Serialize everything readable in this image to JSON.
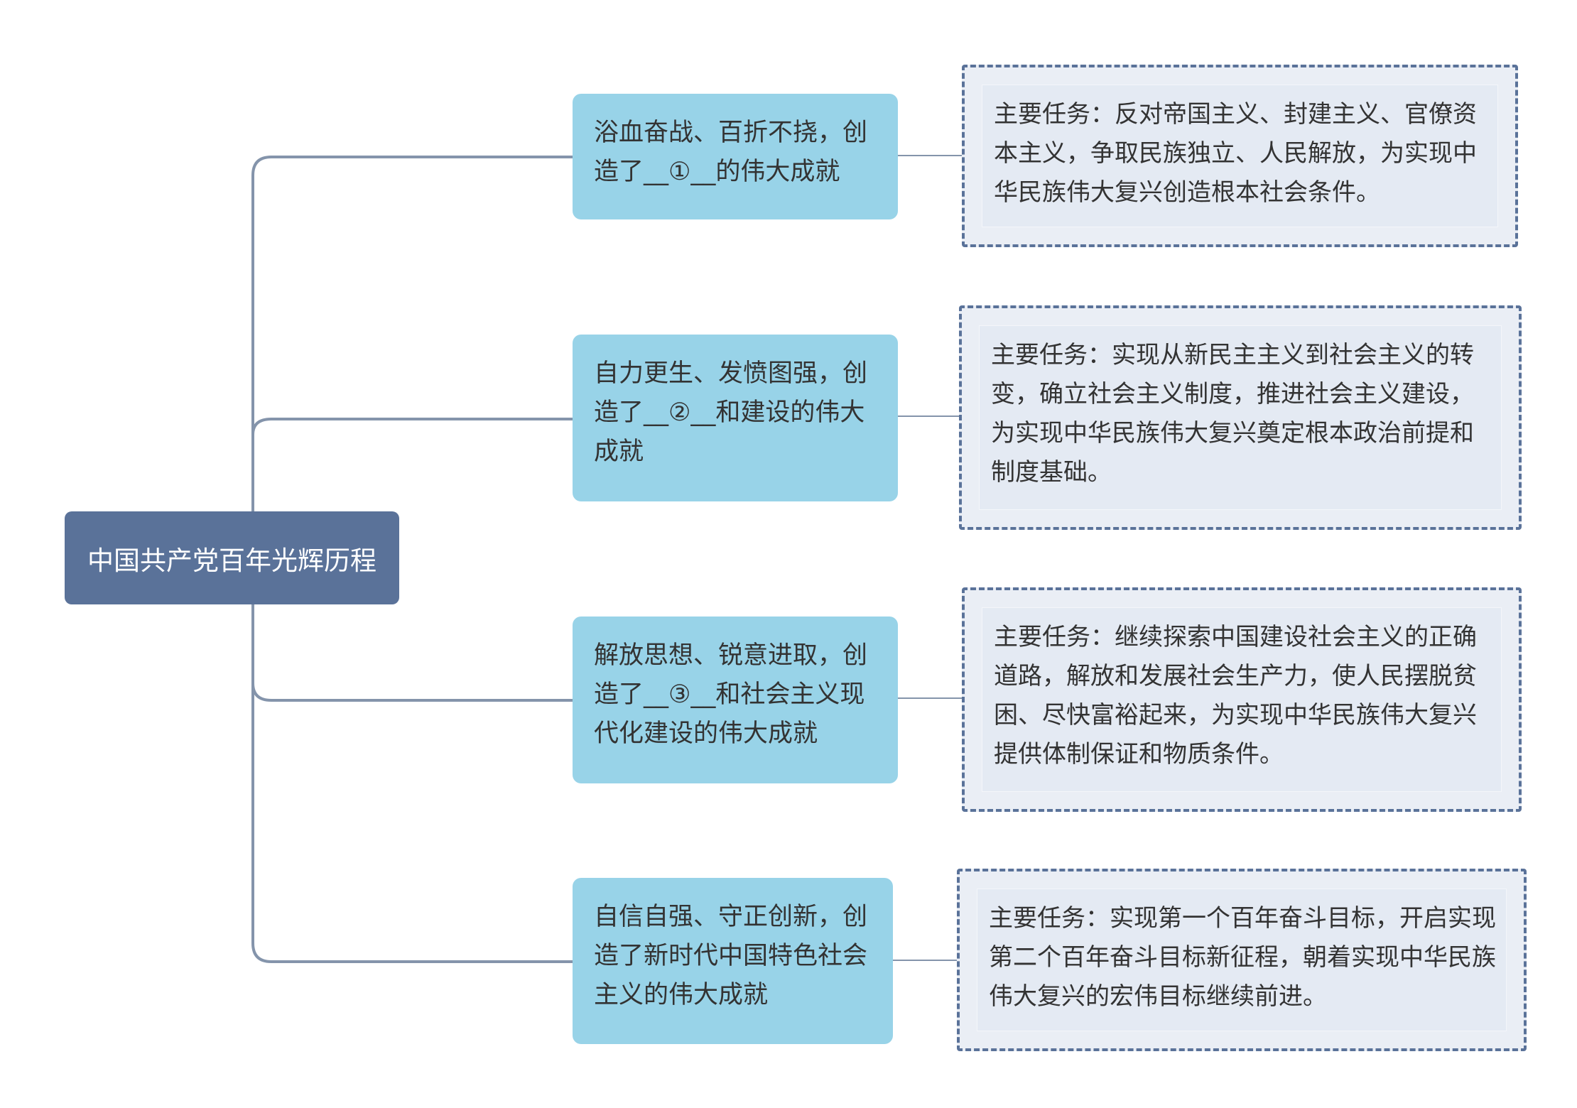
{
  "root": {
    "label": "中国共产党百年光辉历程"
  },
  "branches": [
    {
      "label": "浴血奋战、百折不挠，创造了__①__的伟大成就",
      "task": "主要任务：反对帝国主义、封建主义、官僚资本主义，争取民族独立、人民解放，为实现中华民族伟大复兴创造根本社会条件。"
    },
    {
      "label": "自力更生、发愤图强，创造了__②__和建设的伟大成就",
      "task": "主要任务：实现从新民主主义到社会主义的转变，确立社会主义制度，推进社会主义建设，为实现中华民族伟大复兴奠定根本政治前提和制度基础。"
    },
    {
      "label": "解放思想、锐意进取，创造了__③__和社会主义现代化建设的伟大成就",
      "task": "主要任务：继续探索中国建设社会主义的正确道路，解放和发展社会生产力，使人民摆脱贫困、尽快富裕起来，为实现中华民族伟大复兴提供体制保证和物质条件。"
    },
    {
      "label": "自信自强、守正创新，创造了新时代中国特色社会主义的伟大成就",
      "task": "主要任务：实现第一个百年奋斗目标，开启实现第二个百年奋斗目标新征程，朝着实现中华民族伟大复兴的宏伟目标继续前进。"
    }
  ],
  "colors": {
    "root_fill": "#5a7299",
    "branch_fill": "#98d3e8",
    "connector": "#8494ab",
    "task_border": "#5a7299",
    "task_fill": "#e4eaf3"
  }
}
